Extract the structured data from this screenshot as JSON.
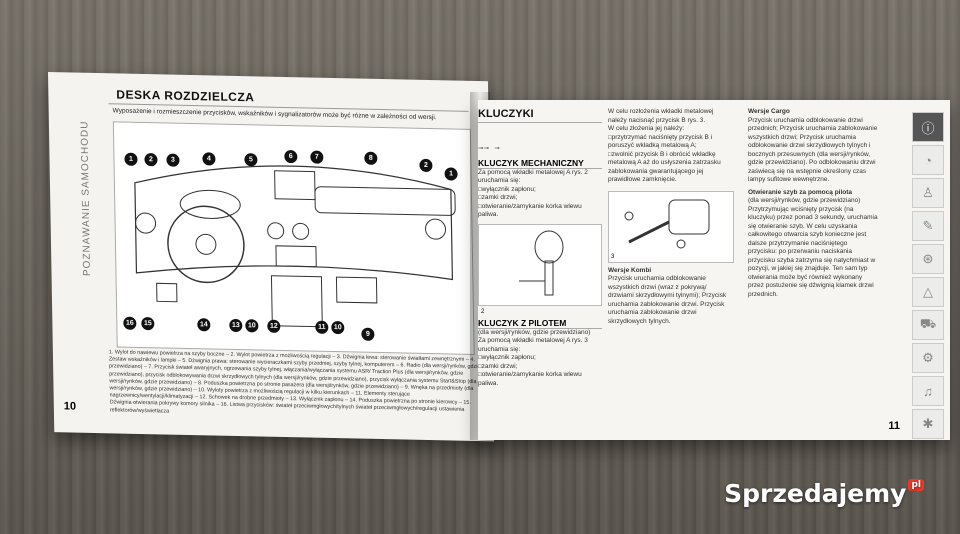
{
  "left_page": {
    "side_tab": "POZNAWANIE SAMOCHODU",
    "title": "DESKA ROZDZIELCZA",
    "intro": "Wyposażenie i rozmieszczenie przycisków, wskaźników i sygnalizatorów może być różne w zależności od wersji.",
    "callouts": [
      "1",
      "2",
      "3",
      "4",
      "5",
      "6",
      "7",
      "8",
      "2",
      "1",
      "16",
      "15",
      "14",
      "13",
      "10",
      "12",
      "11",
      "10",
      "9"
    ],
    "caption": "1. Wylot do nawiewu powietrza na szyby boczne – 2. Wylot powietrza z możliwością regulacji – 3. Dźwignia lewa: sterowanie światłami zewnętrznymi – 4. Zestaw wskaźników i lampki – 5. Dźwignia prawa: sterowanie wycieraczkami szyby przedniej, szyby tylnej, komputerem – 6. Radio (dla wersji/rynków, gdzie przewidziano) – 7. Przycisk świateł awaryjnych, ogrzewania szyby tylnej, włączania/wyłączania systemu ASR/ Traction Plus (dla wersji/rynków, gdzie przewidziano), przycisk odblokowywania drzwi skrzydłowych tylnych (dla wersji/rynków, gdzie przewidziano), przycisk wyłączania systemu Start&Stop (dla wersji/rynków, gdzie przewidziano) – 8. Poduszka powietrzna po stronie pasażera (dla wersji/rynków, gdzie przewidziano) – 9. Wnęka na przedmioty (dla wersji/rynków, gdzie przewidziano) – 10. Wyloty powietrza z możliwością regulacji w kilku kierunkach – 11. Elementy sterujące nagrzewnicy/wentylacji/klimatyzacji – 12. Schowek na drobne przedmioty – 13. Wyłącznik zapłonu – 14. Poduszka powietrzna po stronie kierowcy – 15. Dźwignia otwierania pokrywy komory silnika – 16. Listwa przycisków: świateł przeciwmgłowych/tylnych świateł przeciwmgłowych/regulacji ustawienia reflektorów/wyświetlacza",
    "page_number": "10"
  },
  "right_page": {
    "title": "KLUCZYKI",
    "mechanical_heading": "KLUCZYK MECHANICZNY",
    "mechanical_text": "Za pomocą wkładki metalowej A rys. 2 uruchamia się:",
    "mechanical_items": [
      "wyłącznik zapłonu;",
      "zamki drzwi;",
      "otwieranie/zamykanie korka wlewu paliwa."
    ],
    "remote_heading": "KLUCZYK Z PILOTEM",
    "remote_sub": "(dla wersji/rynków, gdzie przewidziano)",
    "remote_text": "Za pomocą wkładki metalowej A rys. 3 uruchamia się:",
    "remote_items": [
      "wyłącznik zapłonu;",
      "zamki drzwi;",
      "otwieranie/zamykanie korka wlewu paliwa."
    ],
    "fig2_num": "2",
    "fig3_num": "3",
    "col2_text1": "W celu rozłożenia wkładki metalowej należy nacisnąć przycisk B rys. 3.",
    "col2_text2": "W celu złożenia jej należy:",
    "col2_items": [
      "przytrzymać naciśnięty przycisk B i poruszyć wkładką metalową A;",
      "zwolnić przycisk B i obrócić wkładkę metalową A aż do usłyszenia zatrzasku zablokowania gwarantującego jej prawidłowe zamknięcie."
    ],
    "kombi_heading": "Wersje Kombi",
    "kombi_text": "Przycisk uruchamia odblokowanie wszystkich drzwi (wraz z pokrywą/ drzwiami skrzydłowymi tylnymi); Przycisk uruchamia zablokowanie drzwi. Przycisk uruchamia zablokowanie drzwi skrzydłowych tylnych.",
    "cargo_heading": "Wersje Cargo",
    "cargo_text": "Przycisk uruchamia odblokowanie drzwi przednich; Przycisk uruchamia zablokowanie wszystkich drzwi; Przycisk uruchamia odblokowanie drzwi skrzydłowych tylnych i bocznych przesuwnych (dla wersji/rynków, gdzie przewidziano). Po odblokowaniu drzwi zaświecą się na wstępnie określony czas lampy sufitowe wewnętrzne.",
    "windows_heading": "Otwieranie szyb za pomocą pilota",
    "windows_sub": "(dla wersji/rynków, gdzie przewidziano)",
    "windows_text": "Przytrzymując wciśnięty przycisk (na kluczyku) przez ponad 3 sekundy, uruchamia się otwieranie szyb. W celu uzyskania całkowitego otwarcia szyb konieczne jest dalsze przytrzymanie naciśniętego przycisku: po przerwaniu naciskania przycisku szyba zatrzyma się natychmiast w pozycji, w jakiej się znajduje. Ten sam typ otwierania może być również wykonany przez postużenie się dźwignią klamek drzwi przednich.",
    "page_number": "11"
  },
  "watermark": {
    "text": "Sprzedajemy",
    "suffix": "pl"
  }
}
